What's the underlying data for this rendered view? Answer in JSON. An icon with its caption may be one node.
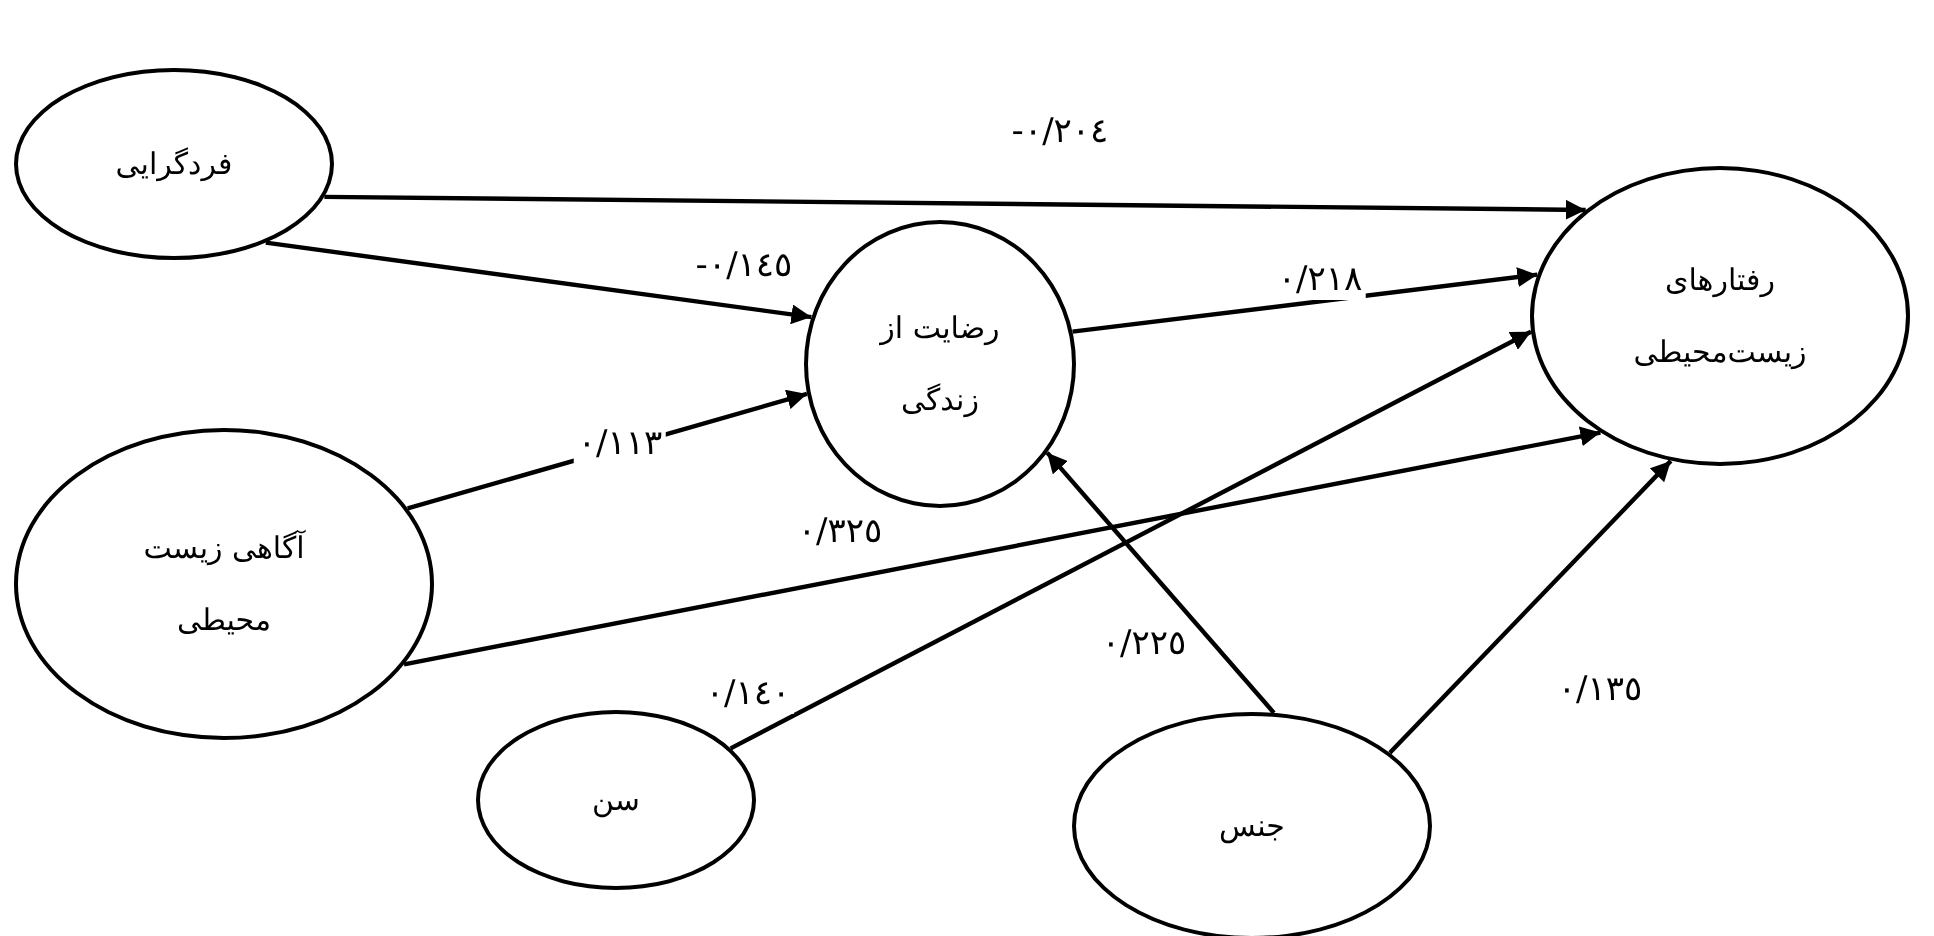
{
  "diagram": {
    "nodes": [
      {
        "text": [
          "فردگرایی"
        ]
      },
      {
        "text": [
          "رضایت از زندگی"
        ]
      },
      {
        "text": [
          "رفتارهای زیست‌محیطی"
        ]
      },
      {
        "text": [
          "آگاهی زیست محیطی"
        ]
      },
      {
        "text": [
          "سن"
        ]
      },
      {
        "text": [
          "جنس"
        ]
      }
    ],
    "edges": [
      {
        "from": 0,
        "to": 2,
        "arrow": "to",
        "label": "-٠/٢٠٤"
      },
      {
        "from": 0,
        "to": 1,
        "arrow": "to",
        "label": "-٠/١٤٥"
      },
      {
        "from": 1,
        "to": 2,
        "arrow": "to",
        "label": "٠/٢١٨"
      },
      {
        "from": 3,
        "to": 1,
        "arrow": "to",
        "label": "٠/١١٣"
      },
      {
        "from": 3,
        "to": 2,
        "arrow": "to",
        "label": "٠/٣٢٥"
      },
      {
        "from": 4,
        "to": 2,
        "arrow": "to",
        "label": "٠/١٤٠"
      },
      {
        "from": 5,
        "to": 1,
        "arrow": "to",
        "label": "٠/٢٢٥"
      },
      {
        "from": 5,
        "to": 2,
        "arrow": "to",
        "label": "٠/١٣٥"
      }
    ]
  }
}
